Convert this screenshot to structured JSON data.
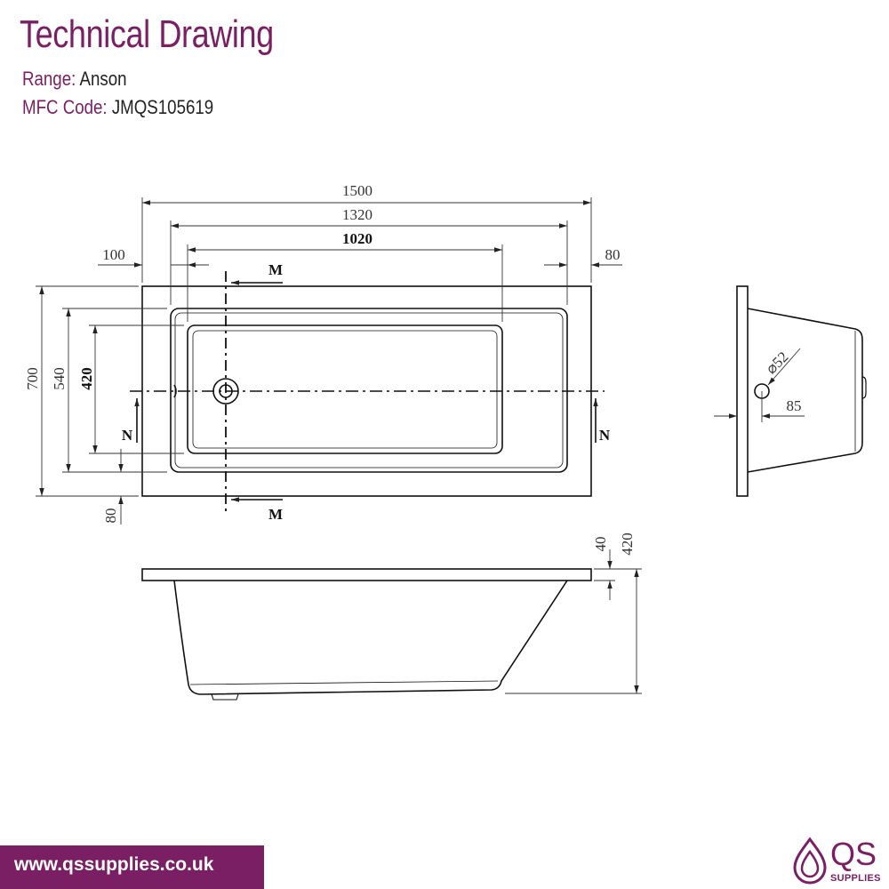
{
  "header": {
    "title": "Technical Drawing",
    "range_label": "Range:",
    "range_value": "Anson",
    "mfc_label": "MFC Code:",
    "mfc_value": "JMQS105619"
  },
  "dimensions": {
    "overall_length": "1500",
    "inner_length": "1320",
    "base_length": "1020",
    "left_rim": "100",
    "right_rim": "80",
    "overall_width": "700",
    "inner_width": "540",
    "base_width": "420",
    "bottom_rim": "80",
    "waste_diameter": "52",
    "waste_offset": "85",
    "rim_thickness": "40",
    "height": "420"
  },
  "section_labels": {
    "m": "M",
    "n": "N"
  },
  "footer": {
    "url": "www.qssupplies.co.uk"
  },
  "logo": {
    "name": "QS",
    "tagline": "SUPPLIES"
  },
  "colors": {
    "brand": "#7a1f63",
    "line": "#111111"
  }
}
